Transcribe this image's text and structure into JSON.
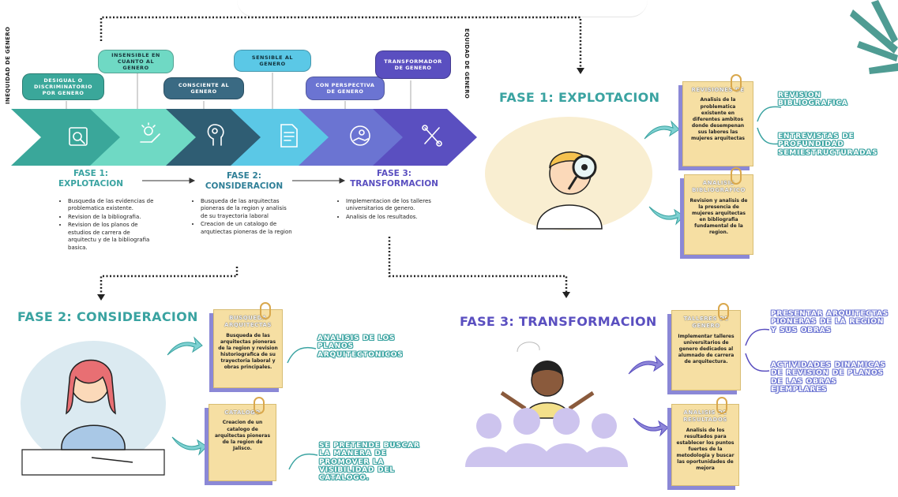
{
  "gender_scale": {
    "left_axis": "INEQUIDAD DE GENERO",
    "right_axis": "EQUIDAD DE GENERO",
    "levels": [
      {
        "label": "DESIGUAL O DISCRIMINATORIO POR GENERO",
        "color": "#3aa79a"
      },
      {
        "label": "INSENSIBLE EN CUANTO AL GENERO",
        "color": "#6fd9c4"
      },
      {
        "label": "CONSCIENTE AL GENERO",
        "color": "#3a6a83"
      },
      {
        "label": "SENSIBLE AL GENERO",
        "color": "#5bc8e6"
      },
      {
        "label": "CON PERSPECTIVA DE GENERO",
        "color": "#6b74d2"
      },
      {
        "label": "TRANSFORMADOR DE GENERO",
        "color": "#5a4fc0"
      }
    ],
    "chevron_icons": [
      "magnifier-icon",
      "idea-pencil-icon",
      "brain-bulb-icon",
      "document-icon",
      "hand-coin-icon",
      "tools-icon"
    ]
  },
  "phases_summary": [
    {
      "title": "FASE 1:\nEXPLOTACION",
      "color": "#3aa3a1",
      "bullets": [
        "Busqueda de las evidencias de problematica existente.",
        "Revision de la bibliografia.",
        "Revision de los planos de estudios de carrera de arquitectu y de la bibliografia basica."
      ]
    },
    {
      "title": "FASE 2:\nCONSIDERACION",
      "color": "#2f7f97",
      "bullets": [
        "Busqueda de las arquitectas pioneras de la region y analisis de su trayectoria laboral",
        "Creacion de un catalogo de arqutiectas pioneras de la region"
      ]
    },
    {
      "title": "FASE 3:\nTRANSFORMACION",
      "color": "#5a4fc0",
      "bullets": [
        "Implementacion de los talleres universitarios de genero.",
        "Analisis de los resultados."
      ]
    }
  ],
  "fase1": {
    "title": "FASE 1: EXPLOTACION",
    "notes": [
      {
        "title": "REVISIONES DE",
        "body": "Analisis de la problematica existente en diferentes ambitos donde desempenan sus labores las mujeres arquitectas"
      },
      {
        "title": "ANALISIS BIBLIOGRAFICO",
        "body": "Revision y analisis de la presencia de mujeres arquitectas en bibliografia fundamental de la region."
      }
    ],
    "outcomes": [
      "REVISION BIBLIOGRAFICA",
      "ENTREVISTAS DE PROFUNDIDAD SEMIESTRUCTURADAS"
    ]
  },
  "fase2": {
    "title": "FASE 2: CONSIDERACION",
    "notes": [
      {
        "title": "BUSQUEDA ARQUITECTAS",
        "body": "Busqueda de las arquitectas pioneras de la region y revision historiografica de su trayectoria laboral y obras principales."
      },
      {
        "title": "CATALOGO",
        "body": "Creacion de un catalogo de arquitectas pioneras de la region de Jalisco."
      }
    ],
    "outcomes": [
      "ANALISIS DE LOS PLANOS ARQUITECTONICOS",
      "SE PRETENDE BUSCAR LA MANERA DE PROMOVER LA VISIBILIDAD DEL CATALOGO."
    ]
  },
  "fase3": {
    "title": "FASE 3: TRANSFORMACION",
    "notes": [
      {
        "title": "TALLERES DE GENERO",
        "body": "Implementar talleres universitarios de genero dedicados al alumnado de carrera de arquitectura."
      },
      {
        "title": "ANALISIS DE RESULTADOS",
        "body": "Analisis de los resultados para establecer los puntos fuertes de la metodologia y buscar las oportunidades de mejora"
      }
    ],
    "outcomes": [
      "PRESENTAR ARQUITECTAS PIONERAS DE LA REGION Y SUS OBRAS",
      "ACTIVIDADES DINAMICAS DE REVISION DE PLANOS DE LAS OBRAS EJEMPLARES"
    ]
  }
}
